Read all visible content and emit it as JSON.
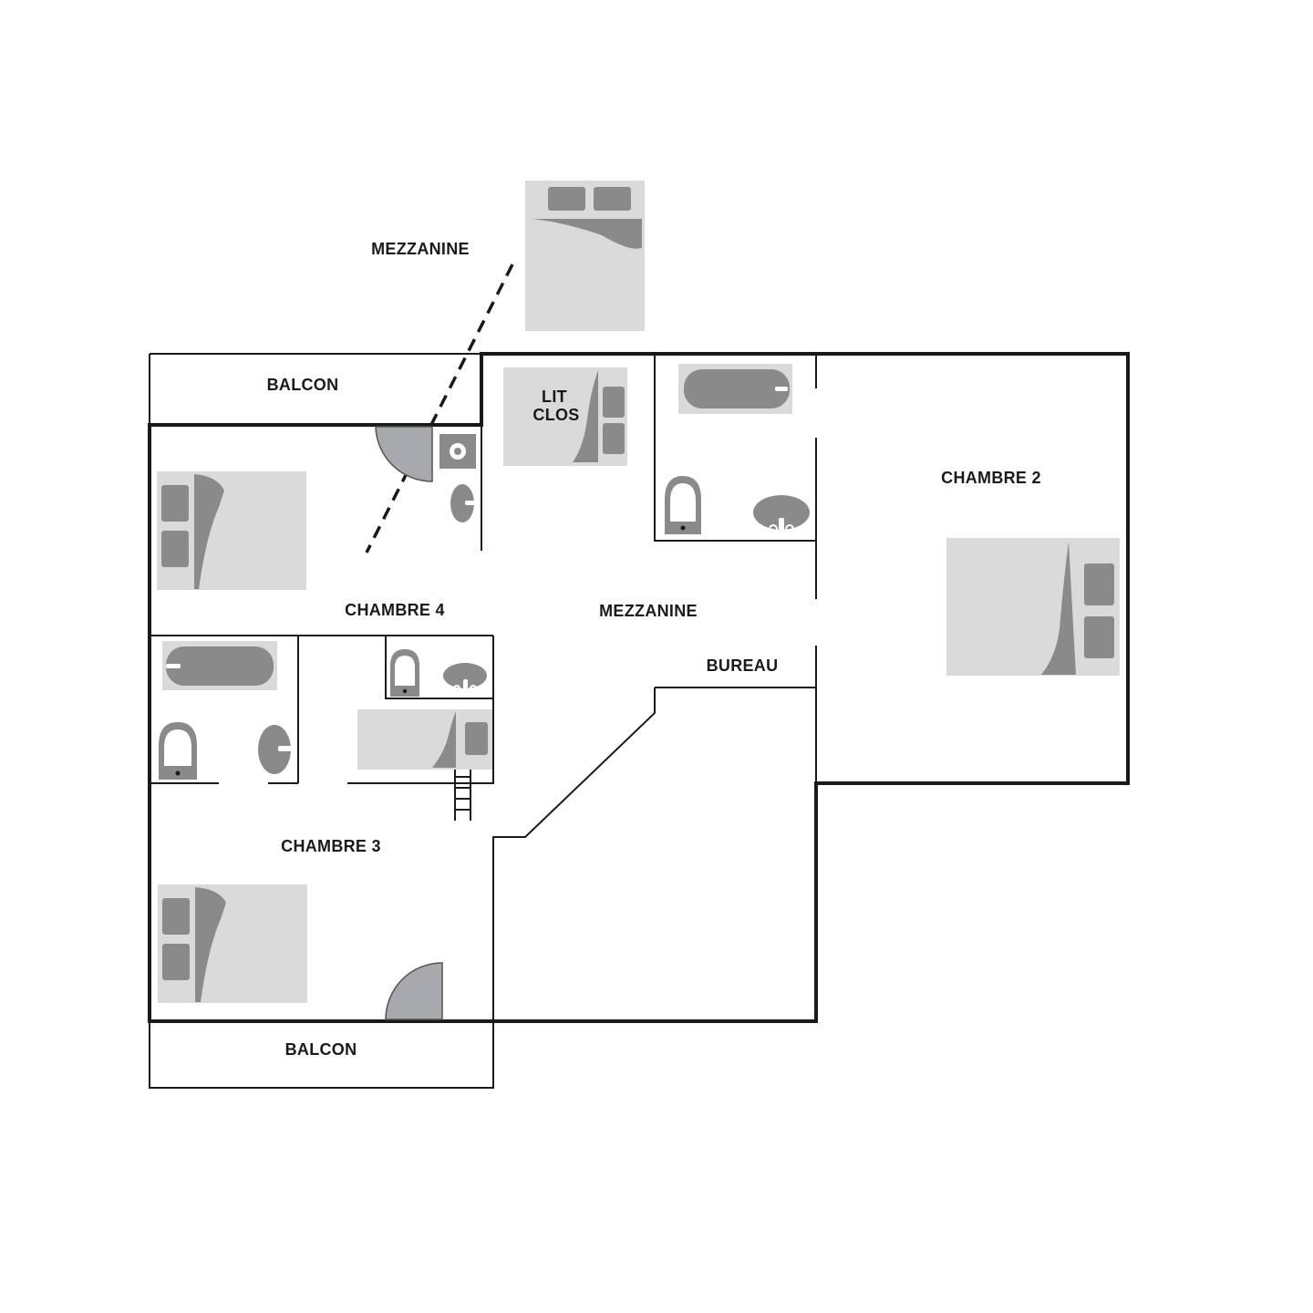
{
  "labels": {
    "mezzanine_top": "MEZZANINE",
    "balcon_top": "BALCON",
    "lit_clos_1": "LIT",
    "lit_clos_2": "CLOS",
    "chambre_2": "CHAMBRE 2",
    "chambre_4": "CHAMBRE 4",
    "mezzanine_center": "MEZZANINE",
    "bureau": "BUREAU",
    "chambre_3": "CHAMBRE 3",
    "balcon_bottom": "BALCON"
  },
  "colors": {
    "wall": "#1a1a1a",
    "furniture_light": "#dadada",
    "furniture_dark": "#8a8a8a",
    "door": "#a8a9ad"
  },
  "icons": [
    "bed-icon",
    "bathtub-icon",
    "toilet-icon",
    "sink-icon",
    "shower-icon",
    "ladder-icon",
    "door-swing-icon"
  ]
}
